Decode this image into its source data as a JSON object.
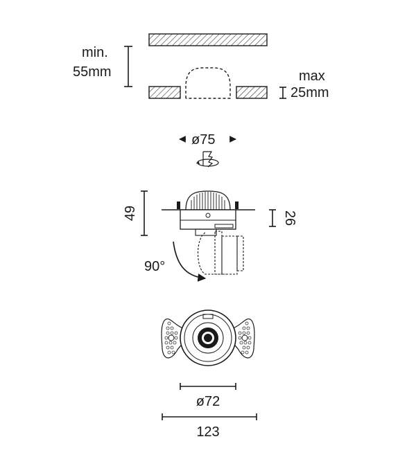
{
  "install": {
    "min_line1": "min.",
    "min_line2": "55mm",
    "max_line1": "max",
    "max_line2": "25mm"
  },
  "cutout": {
    "diameter": "ø75"
  },
  "fixture": {
    "height": "49",
    "recess": "26",
    "tilt": "90°"
  },
  "front": {
    "diameter": "ø72",
    "width": "123"
  },
  "icons": [
    "rotate-icon",
    "tilt-arrow-icon"
  ]
}
